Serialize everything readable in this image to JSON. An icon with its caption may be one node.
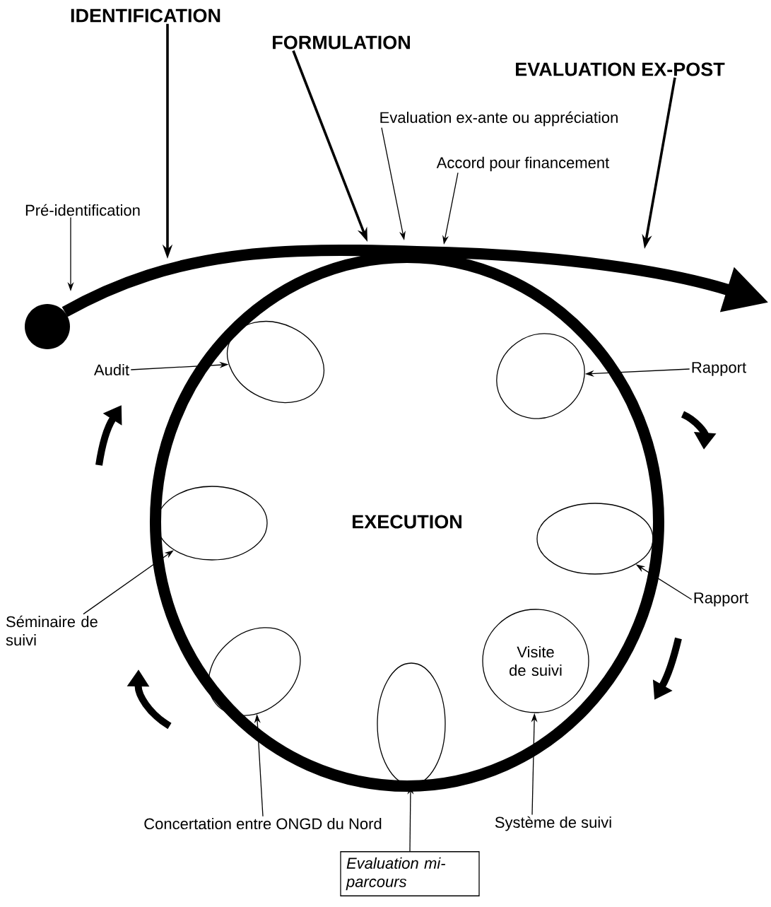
{
  "diagram": {
    "nodes": [
      {
        "text": [
          "IDENTIFICATION"
        ]
      },
      {
        "text": [
          "FORMULATION"
        ]
      },
      {
        "text": [
          "EVALUATION EX-POST"
        ]
      },
      {
        "text": [
          "Evaluation ex-ante ou appréciation"
        ]
      },
      {
        "text": [
          "Accord pour financement"
        ]
      },
      {
        "text": [
          "Pré-identification"
        ]
      },
      {
        "text": [],
        "shape": "circle"
      },
      {
        "text": [
          "EXECUTION"
        ]
      },
      {
        "text": [
          "Audit"
        ]
      },
      {
        "text": [],
        "shape": "ellipse",
        "in": 7
      },
      {
        "text": [
          "Rapport"
        ]
      },
      {
        "text": [],
        "shape": "ellipse",
        "in": 7
      },
      {
        "text": [],
        "shape": "ellipse",
        "in": 7
      },
      {
        "text": [],
        "shape": "ellipse",
        "in": 7
      },
      {
        "text": [
          "Rapport"
        ]
      },
      {
        "text": [
          "Séminaire de suivi"
        ]
      },
      {
        "text": [],
        "shape": "ellipse",
        "in": 7
      },
      {
        "text": [],
        "shape": "ellipse",
        "in": 7
      },
      {
        "text": [
          "Visite de suivi"
        ],
        "in": 7
      },
      {
        "text": [
          "Concertation entre ONGD du Nord"
        ]
      },
      {
        "text": [
          "Système de suivi"
        ]
      },
      {
        "text": [
          "Evaluation mi-parcours"
        ]
      }
    ],
    "edges": [
      {
        "from": 6,
        "to": null,
        "arrow": "to",
        "style": "thick"
      },
      {
        "from": 0,
        "to": null,
        "arrow": "to",
        "style": "thick"
      },
      {
        "from": 1,
        "to": null,
        "arrow": "to",
        "style": "thick"
      },
      {
        "from": 2,
        "to": null,
        "arrow": "to",
        "style": "thick"
      },
      {
        "from": 3,
        "to": null,
        "arrow": "to"
      },
      {
        "from": 4,
        "to": null,
        "arrow": "to"
      },
      {
        "from": 5,
        "to": null,
        "arrow": "to"
      },
      {
        "from": 8,
        "to": 9,
        "arrow": "to"
      },
      {
        "from": 10,
        "to": 11,
        "arrow": "to"
      },
      {
        "from": 14,
        "to": 13,
        "arrow": "to"
      },
      {
        "from": 15,
        "to": 12,
        "arrow": "to"
      },
      {
        "from": 19,
        "to": 16,
        "arrow": "to"
      },
      {
        "from": 20,
        "to": 18,
        "arrow": "to"
      },
      {
        "from": 21,
        "to": 17,
        "arrow": "to"
      }
    ]
  }
}
